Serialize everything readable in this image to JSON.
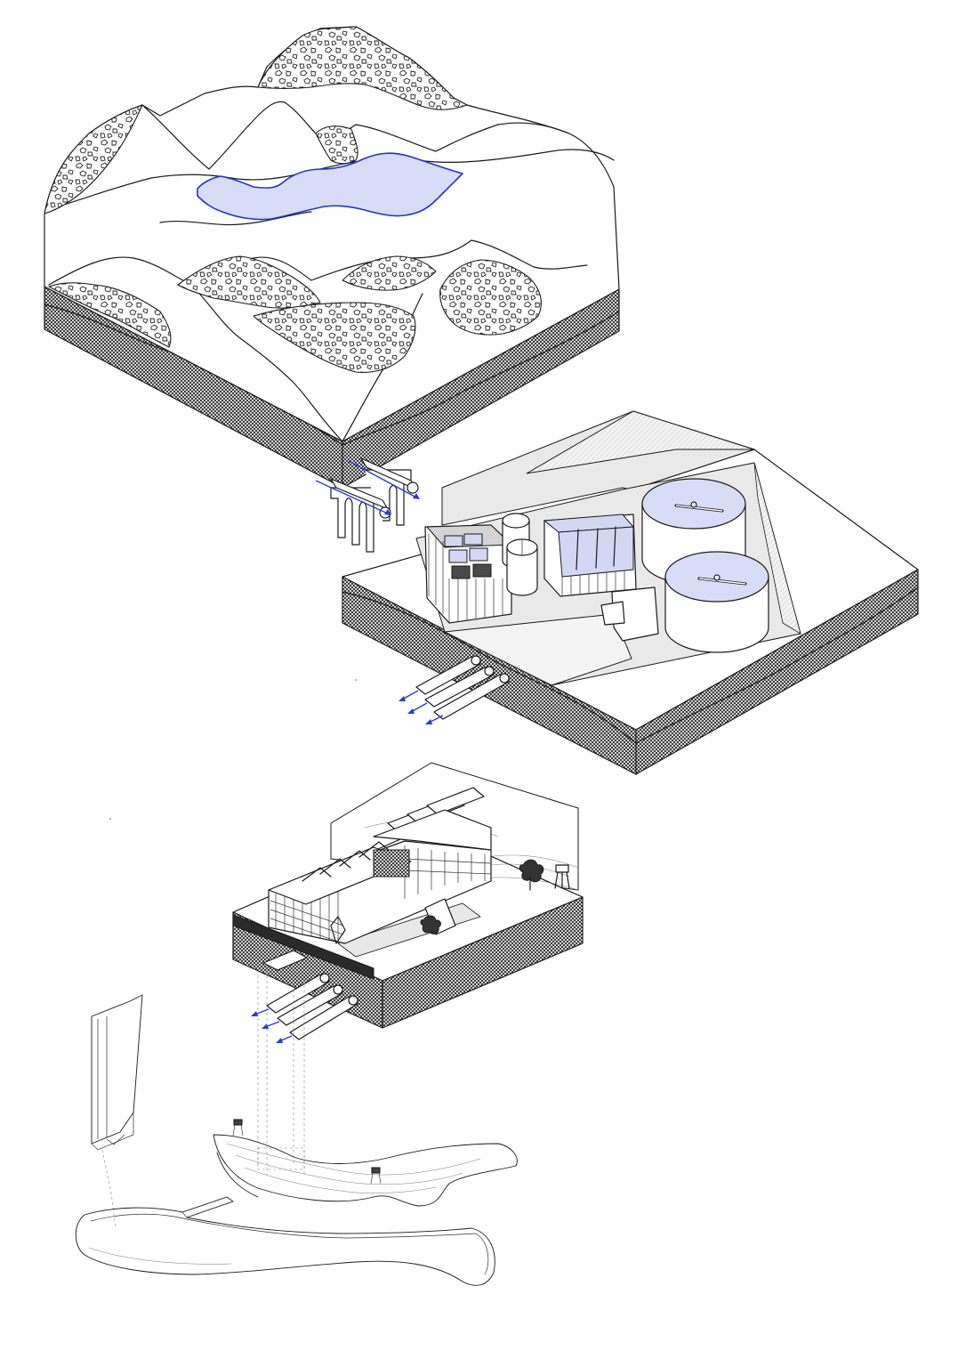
{
  "diagram": {
    "colors": {
      "water_fill": "#d9dcf7",
      "water_stroke": "#2233cc",
      "flow_arrow": "#2b39d6",
      "ink": "#1a1a1a",
      "ground_section": "#2a2a2a"
    },
    "blocks": [
      {
        "id": "mountain-reservoir",
        "contains": [
          "mountain-ridges",
          "rock-outcrops",
          "mountain-lake",
          "soil-section"
        ]
      },
      {
        "id": "aqueduct",
        "contains": [
          "arched-viaduct",
          "twin-channels",
          "flow-arrows"
        ]
      },
      {
        "id": "treatment-plant",
        "contains": [
          "filter-building",
          "storage-silos",
          "settling-basins",
          "clarifier-tanks",
          "outlet-pipes"
        ]
      },
      {
        "id": "industrial-building",
        "contains": [
          "sawtooth-roof",
          "courtyard",
          "trees",
          "outlet-pipes"
        ]
      },
      {
        "id": "riverbank-plan",
        "contains": [
          "river-channel",
          "embankment",
          "shoreline",
          "lookout-towers"
        ]
      }
    ],
    "flow_arrows": {
      "aqueduct": 2,
      "treatment_plant_outlets": 3,
      "building_outlets": 3
    }
  }
}
